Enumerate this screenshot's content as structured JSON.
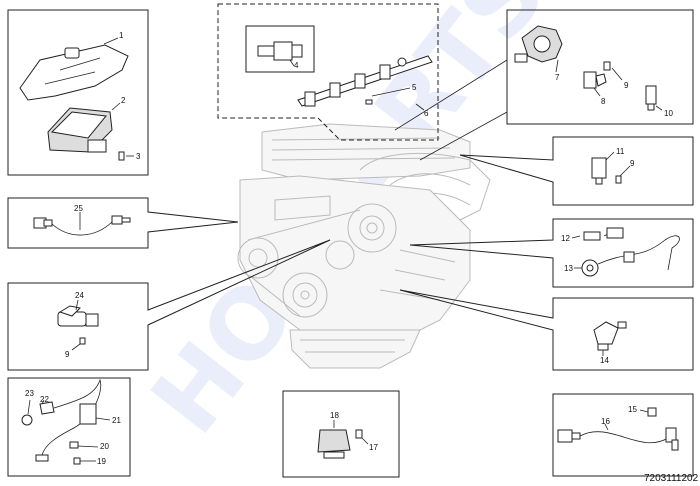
{
  "diagram": {
    "callouts": [
      "1",
      "2",
      "3",
      "4",
      "5",
      "6",
      "7",
      "8",
      "9",
      "10",
      "11",
      "9",
      "12",
      "13",
      "14",
      "15",
      "16",
      "17",
      "18",
      "19",
      "20",
      "21",
      "22",
      "23",
      "24",
      "9",
      "25"
    ],
    "drawing_code": "7203111202",
    "watermark": "HOTPARTS"
  }
}
